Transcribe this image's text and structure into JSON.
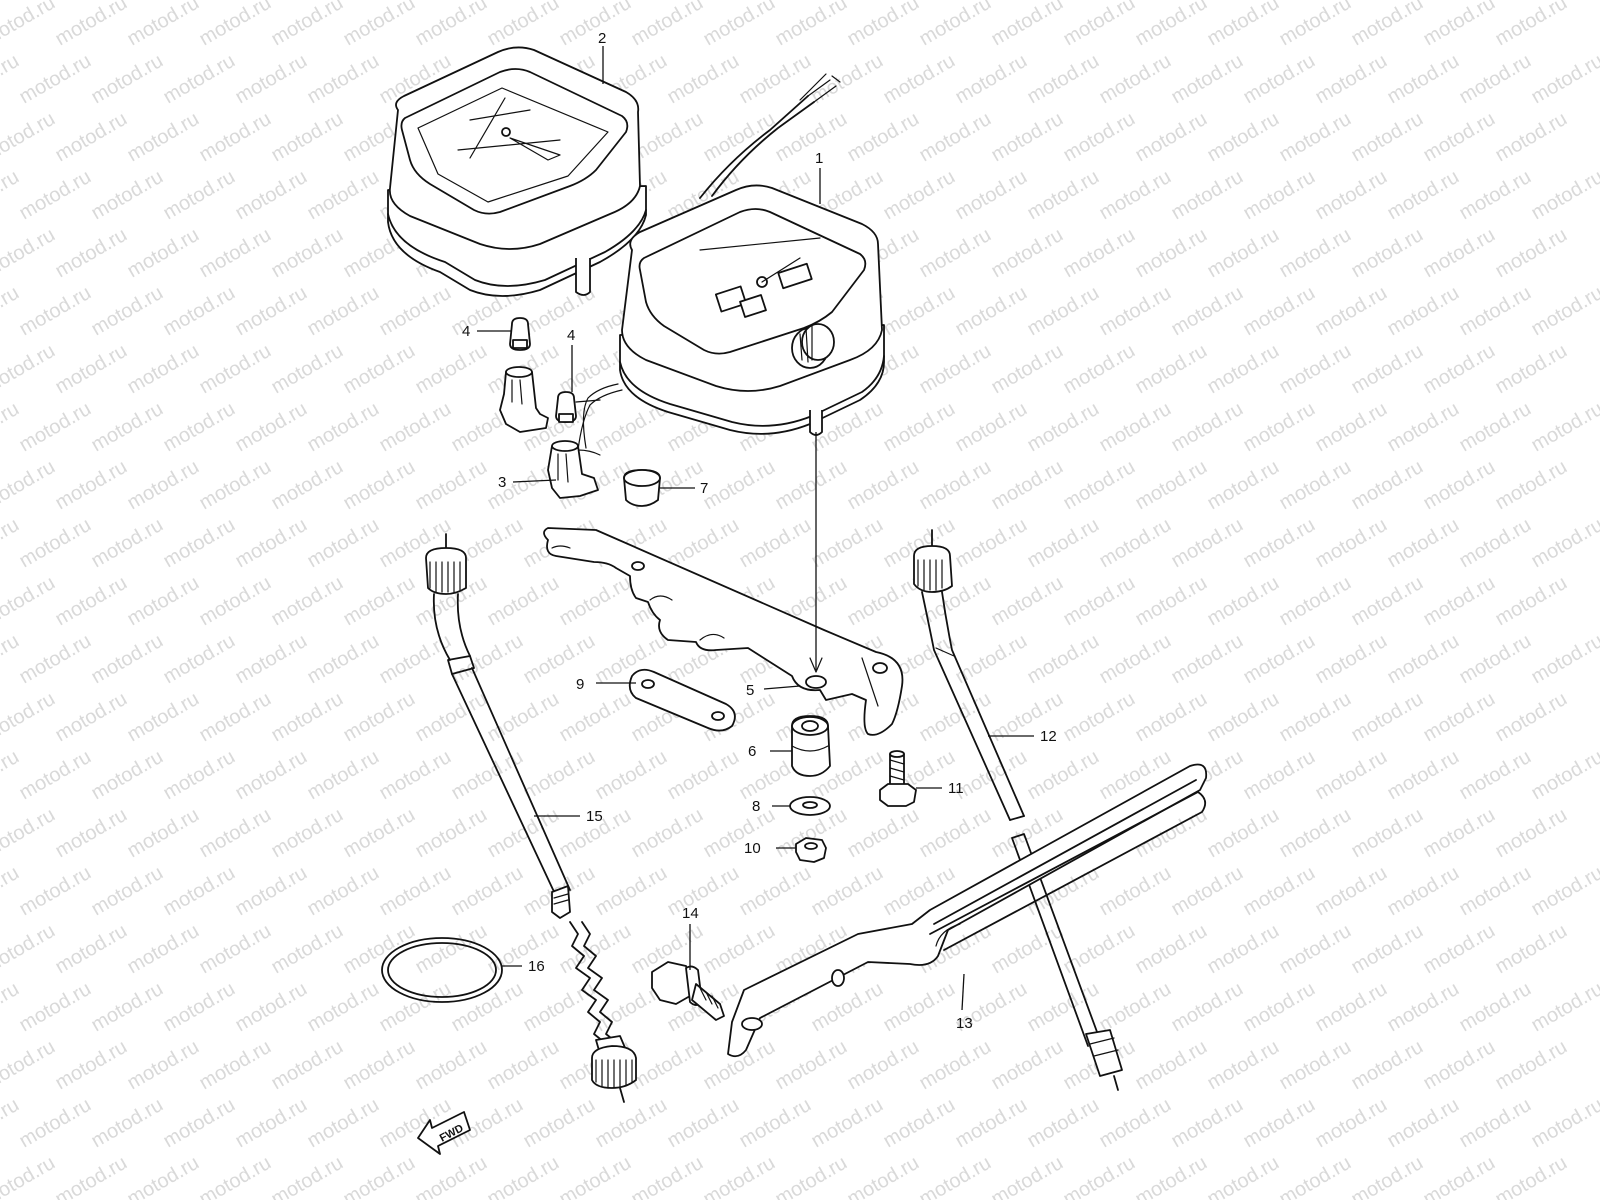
{
  "diagram": {
    "watermark": "motod.ru",
    "fwd_label": "FWD",
    "callouts": {
      "p1": "1",
      "p2": "2",
      "p3": "3",
      "p4a": "4",
      "p4b": "4",
      "p5": "5",
      "p6": "6",
      "p7": "7",
      "p8": "8",
      "p9": "9",
      "p10": "10",
      "p11": "11",
      "p12": "12",
      "p13": "13",
      "p14": "14",
      "p15": "15",
      "p16": "16"
    }
  }
}
